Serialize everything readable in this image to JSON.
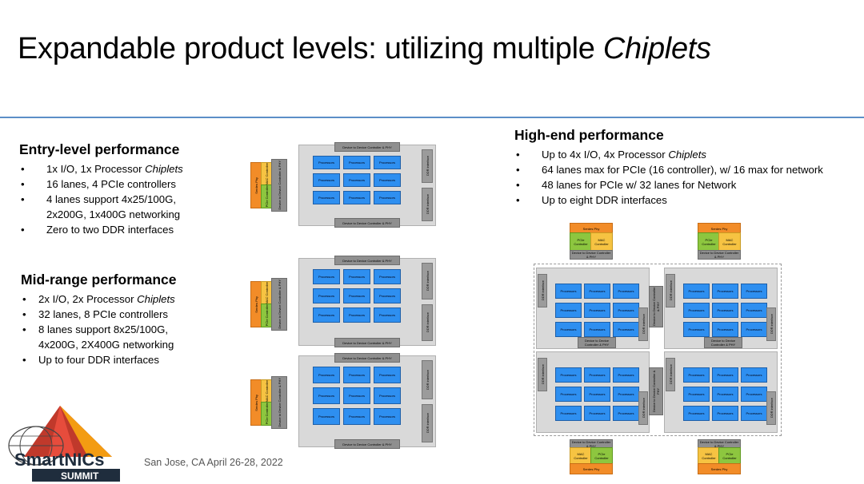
{
  "title_prefix": "Expandable product levels: utilizing multiple ",
  "title_emph": "Chiplets",
  "entry": {
    "heading": "Entry-level performance",
    "b1_pre": "1x I/O, 1x Processor ",
    "b1_emph": "Chiplets",
    "b2": "16 lanes, 4 PCIe controllers",
    "b3a": "4 lanes support 4x25/100G,",
    "b3b": "2x200G, 1x400G networking",
    "b4": "Zero to two DDR interfaces"
  },
  "mid": {
    "heading": "Mid-range performance",
    "b1_pre": "2x I/O, 2x Processor ",
    "b1_emph": "Chiplets",
    "b2": "32 lanes, 8 PCIe controllers",
    "b3a": "8 lanes support 8x25/100G,",
    "b3b": "4x200G, 2X400G networking",
    "b4": "Up to four DDR  interfaces"
  },
  "high": {
    "heading": "High-end performance",
    "b1_pre": "Up to 4x I/O, 4x Processor ",
    "b1_emph": "Chiplets",
    "b2": "64 lanes max for PCIe (16 controller), w/ 16 max for network",
    "b3": "48 lanes for PCIe w/ 32 lanes for Network",
    "b4": "Up to eight DDR interfaces"
  },
  "diagram_labels": {
    "processors": "Processors",
    "ddr_interface": "DDR interface",
    "d2d": "Device to Device Controller & PHY",
    "serdes": "Serdes Phy",
    "pcie": "PCIe Controller",
    "mac": "MAC Controller"
  },
  "footer": "San Jose, CA April 26-28, 2022",
  "logo": {
    "line1": "SmartNICs",
    "line2": "SUMMIT"
  }
}
